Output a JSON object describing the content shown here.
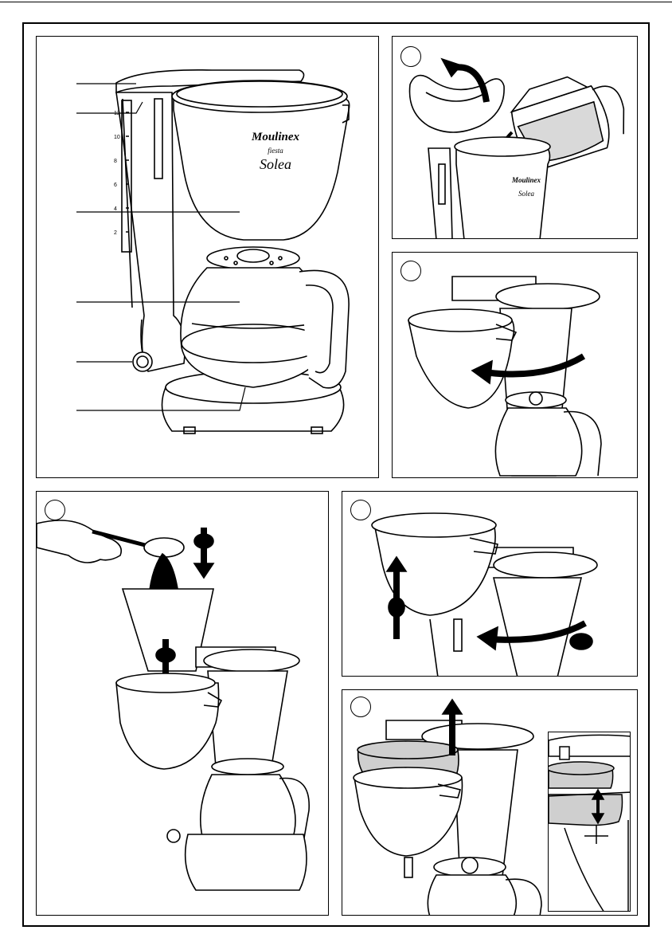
{
  "document": {
    "type": "instruction-illustration-sheet",
    "brand_text": "Moulinex",
    "series_text": "fiesta",
    "model_text": "Solea",
    "cup_scale": [
      "12",
      "10",
      "8",
      "6",
      "4",
      "2"
    ]
  },
  "panels": [
    {
      "id": "main",
      "step_number": ""
    },
    {
      "id": "fill-water",
      "step_number": ""
    },
    {
      "id": "swing-filter",
      "step_number": ""
    },
    {
      "id": "add-coffee",
      "step_number": ""
    },
    {
      "id": "close-filter",
      "step_number": ""
    },
    {
      "id": "lift-filter",
      "step_number": ""
    }
  ],
  "main_panel": {
    "callout_lines": 6
  },
  "colors": {
    "ink": "#000000",
    "paper": "#ffffff",
    "water_tint": "#d9d9d9",
    "filter_tint": "#cfcfcf"
  }
}
